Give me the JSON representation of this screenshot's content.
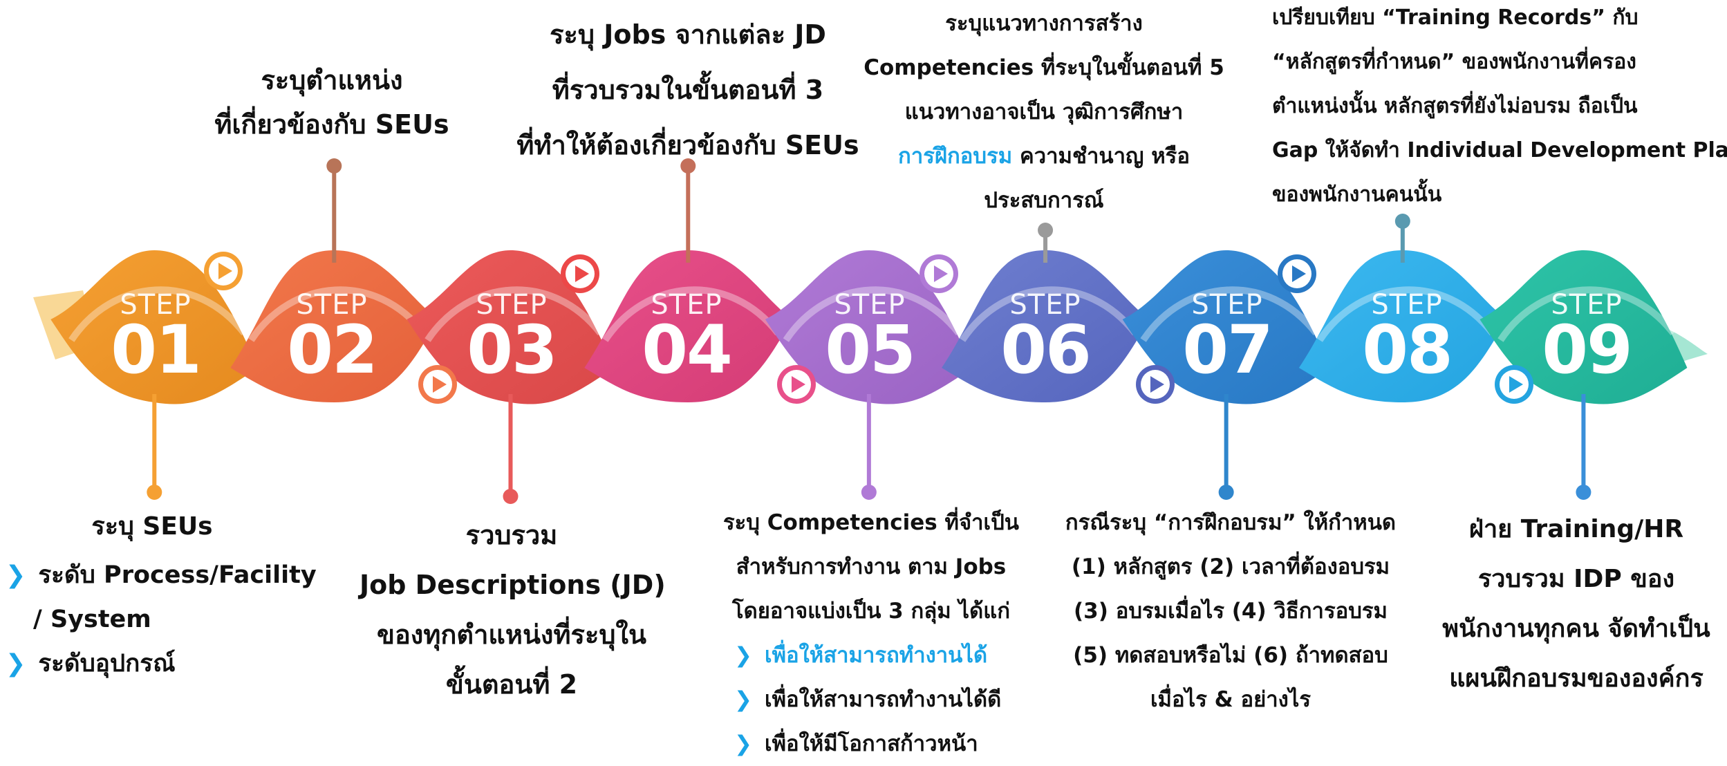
{
  "steps": [
    {
      "label": "STEP",
      "number": "01",
      "color": "#f5a033",
      "dark": "#e58a1f"
    },
    {
      "label": "STEP",
      "number": "02",
      "color": "#f2784b",
      "dark": "#e4603a"
    },
    {
      "label": "STEP",
      "number": "03",
      "color": "#ec5a5a",
      "dark": "#d94848"
    },
    {
      "label": "STEP",
      "number": "04",
      "color": "#e8508a",
      "dark": "#d43c75"
    },
    {
      "label": "STEP",
      "number": "05",
      "color": "#b07ad6",
      "dark": "#9a63c4"
    },
    {
      "label": "STEP",
      "number": "06",
      "color": "#6f7fd0",
      "dark": "#5565bd"
    },
    {
      "label": "STEP",
      "number": "07",
      "color": "#3a8fd9",
      "dark": "#2878c4"
    },
    {
      "label": "STEP",
      "number": "08",
      "color": "#3cb8f0",
      "dark": "#24a4e0"
    },
    {
      "label": "STEP",
      "number": "09",
      "color": "#2ec4a8",
      "dark": "#1fae94"
    }
  ],
  "arrow_colors": [
    "#f5a033",
    "#f2784b",
    "#ec4848",
    "#e8508a",
    "#b07ad6",
    "#5565bd",
    "#2878c4",
    "#24a4e0",
    "#3cb8f0"
  ],
  "connector_colors": {
    "s1": "#f5a033",
    "s2": "#b87458",
    "s3": "#e85a5a",
    "s4": "#c46f5a",
    "s5": "#b07ad6",
    "s6": "#9a9a9a",
    "s7": "#2f86cc",
    "s8": "#5a9ab0",
    "s9": "#3a8fd9"
  },
  "texts": {
    "s1": {
      "title": "ระบุ SEUs",
      "bullets": [
        "ระดับ Process/Facility",
        "/ System",
        "ระดับอุปกรณ์"
      ]
    },
    "s2": {
      "lines": [
        "ระบุตำแหน่ง",
        "ที่เกี่ยวข้องกับ SEUs"
      ]
    },
    "s3": {
      "lines": [
        "รวบรวม",
        "Job Descriptions (JD)",
        "ของทุกตำแหน่งที่ระบุใน",
        "ขั้นตอนที่ 2"
      ]
    },
    "s4": {
      "lines": [
        "ระบุ Jobs จากแต่ละ JD",
        "ที่รวบรวมในขั้นตอนที่ 3",
        "ที่ทำให้ต้องเกี่ยวข้องกับ SEUs"
      ]
    },
    "s5": {
      "lines": [
        "ระบุ Competencies ที่จำเป็น",
        "สำหรับการทำงาน ตาม Jobs",
        "โดยอาจแบ่งเป็น 3 กลุ่ม ได้แก่"
      ],
      "bullets": [
        "เพื่อให้สามารถทำงานได้",
        "เพื่อให้สามารถทำงานได้ดี",
        "เพื่อให้มีโอกาสก้าวหน้า"
      ]
    },
    "s6": {
      "line1": "ระบุแนวทางการสร้าง",
      "line2": "Competencies ที่ระบุในขั้นตอนที่ 5",
      "line3": "แนวทางอาจเป็น วุฒิการศึกษา",
      "line4_hl": "การฝึกอบรม",
      "line4_rest": " ความชำนาญ หรือ",
      "line5": "ประสบการณ์"
    },
    "s7": {
      "lines": [
        "กรณีระบุ “การฝึกอบรม” ให้กำหนด",
        "(1) หลักสูตร (2) เวลาที่ต้องอบรม",
        "(3) อบรมเมื่อไร (4) วิธีการอบรม",
        "(5) ทดสอบหรือไม่ (6) ถ้าทดสอบ",
        "เมื่อไร & อย่างไร"
      ]
    },
    "s8": {
      "lines": [
        "เปรียบเทียบ “Training Records” กับ",
        "“หลักสูตรที่กำหนด” ของพนักงานที่ครอง",
        "ตำแหน่งนั้น หลักสูตรที่ยังไม่อบรม ถือเป็น",
        "Gap ให้จัดทำ Individual Development Plan",
        "ของพนักงานคนนั้น"
      ]
    },
    "s9": {
      "lines": [
        "ฝ่าย Training/HR",
        "รวบรวม IDP ของ",
        "พนักงานทุกคน จัดทำเป็น",
        "แผนฝึกอบรมขององค์กร"
      ]
    }
  }
}
